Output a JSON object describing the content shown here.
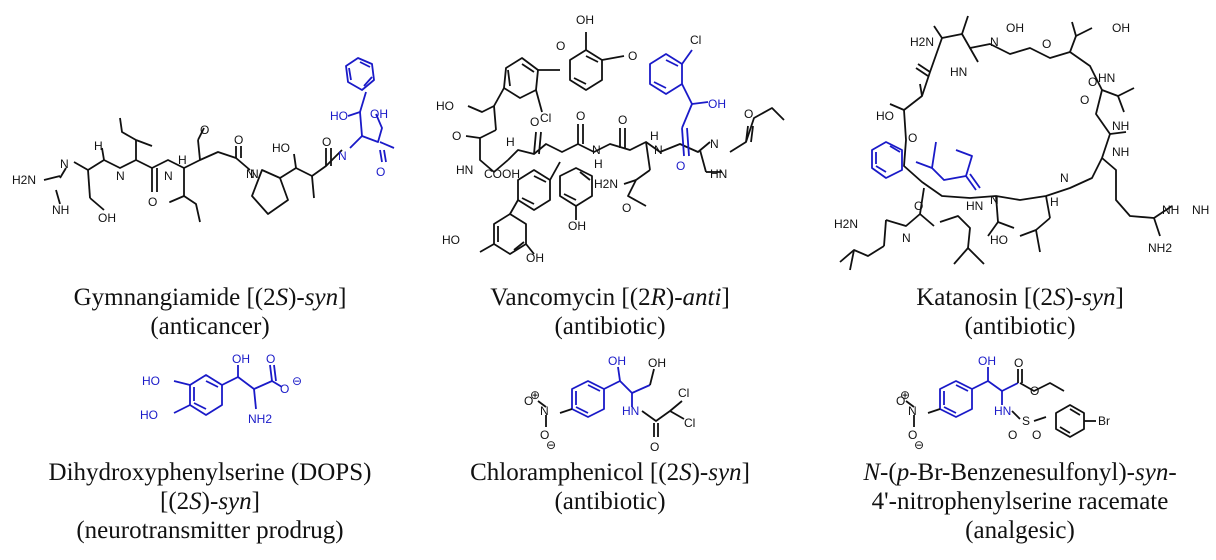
{
  "compounds": [
    {
      "id": "gymnangiamide",
      "caption": [
        "Gymnangiamide [(2",
        "S",
        ")-",
        "syn",
        "]"
      ],
      "activity": "(anticancer)",
      "atoms": [
        "H2N",
        "N",
        "NH",
        "H",
        "N",
        "OH",
        "O",
        "N",
        "H",
        "O",
        "N",
        "H",
        "O",
        "O",
        "N",
        "HO",
        "O",
        "HO",
        "N",
        "H",
        "O",
        "OH",
        "O"
      ]
    },
    {
      "id": "vancomycin",
      "caption": [
        "Vancomycin [(2",
        "R",
        ")-",
        "anti",
        "]"
      ],
      "activity": "(antibiotic)",
      "atoms": [
        "O",
        "OH",
        "O",
        "Cl",
        "HO",
        "Cl",
        "OH",
        "O",
        "O",
        "O",
        "N",
        "H",
        "O",
        "H",
        "N",
        "H",
        "N",
        "H",
        "N",
        "N",
        "H",
        "HN",
        "COOH",
        "H2N",
        "O",
        "O",
        "O",
        "HN",
        "HO",
        "OH",
        "OH"
      ]
    },
    {
      "id": "katanosin",
      "caption": [
        "Katanosin [(2",
        "S",
        ")-",
        "syn",
        "]"
      ],
      "activity": "(antibiotic)",
      "atoms": [
        "OH",
        "OH",
        "H2N",
        "N",
        "H",
        "O",
        "HN",
        "O",
        "N",
        "H",
        "O",
        "HN",
        "NH",
        "HO",
        "O",
        "O",
        "NH",
        "O",
        "O",
        "O",
        "NH",
        "H2N",
        "N",
        "H",
        "O",
        "HN",
        "O",
        "N",
        "H",
        "O",
        "N",
        "H",
        "HO",
        "NH",
        "N",
        "H",
        "NH",
        "NH2",
        "O",
        "O"
      ]
    },
    {
      "id": "dops",
      "caption": [
        "Dihydroxyphenylserine (DOPS)"
      ],
      "caption2": [
        "[(2",
        "S",
        ")-",
        "syn",
        "]"
      ],
      "activity": "(neurotransmitter prodrug)",
      "atoms": [
        "HO",
        "OH",
        "O",
        "O",
        "⊖",
        "HO",
        "NH2"
      ]
    },
    {
      "id": "chloramphenicol",
      "caption": [
        "Chloramphenicol [(2",
        "S",
        ")-",
        "syn",
        "]"
      ],
      "activity": "(antibiotic)",
      "atoms": [
        "OH",
        "OH",
        "Cl",
        "Cl",
        "O",
        "N",
        "⊕",
        "O",
        "⊖",
        "HN",
        "O"
      ]
    },
    {
      "id": "nitrophenylserine",
      "caption": [
        "N",
        "-(",
        "p",
        "-Br-Benzenesulfonyl)-",
        "syn",
        "-"
      ],
      "caption2": [
        "4'-nitrophenylserine racemate"
      ],
      "activity": "(analgesic)",
      "atoms": [
        "OH",
        "O",
        "O",
        "O",
        "N",
        "⊕",
        "O",
        "⊖",
        "HN",
        "S",
        "O",
        "O",
        "Br"
      ]
    }
  ]
}
